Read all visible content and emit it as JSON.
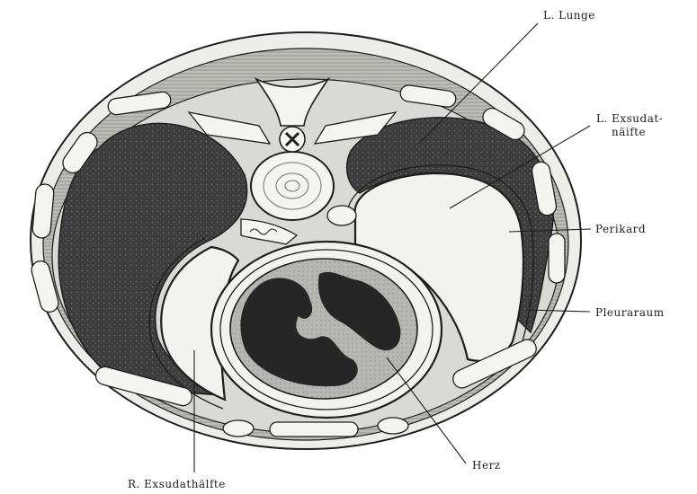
{
  "labels": {
    "l_lunge": "L. Lunge",
    "l_exsudat_line1": "L. Exsudat-",
    "l_exsudat_line2": "näifte",
    "perikard": "Perikard",
    "pleuraraum": "Pleuraraum",
    "herz": "Herz",
    "r_exsudat": "R. Exsudathälfte"
  },
  "colors": {
    "ink": "#1e1e1e",
    "lung_dark": "#3a3a3a",
    "exsudat": "#f2f2f0",
    "heart_muscle": "#b4b4b0",
    "heart_cavity": "#222222",
    "wall": "#8c8c8c"
  }
}
